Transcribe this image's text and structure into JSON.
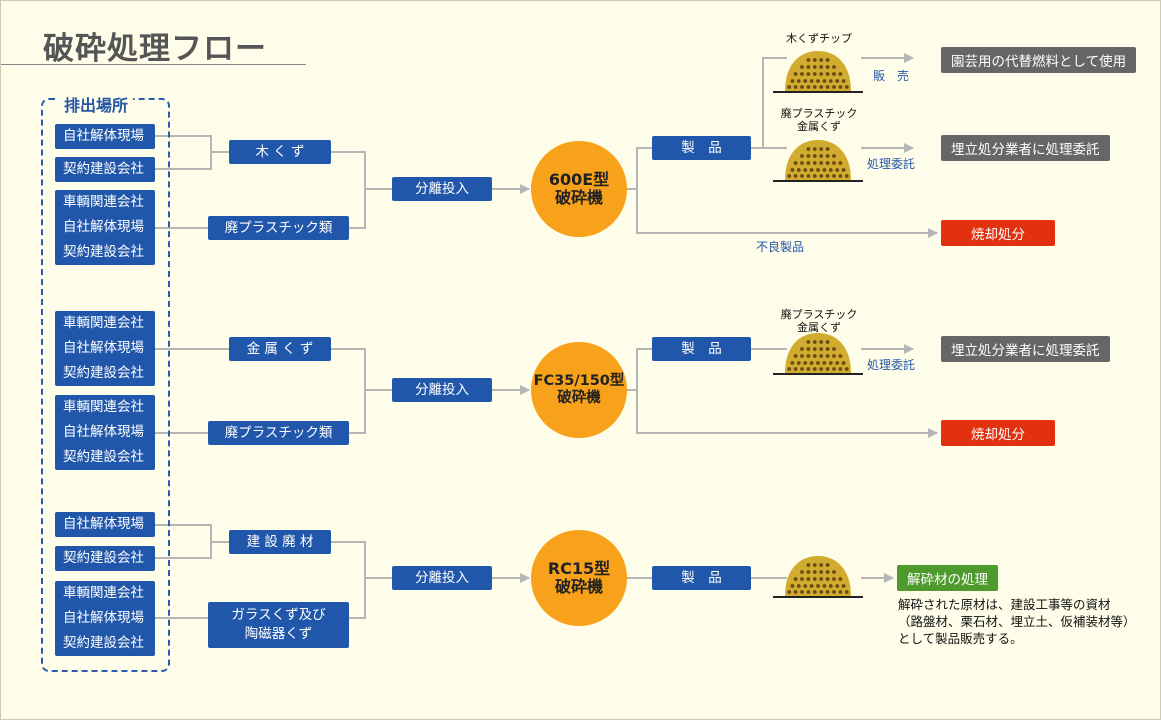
{
  "title": "破砕処理フロー",
  "sources_heading": "排出場所",
  "sites": {
    "s1": "自社解体現場",
    "s2": "契約建設会社",
    "s3": [
      "車輌関連会社",
      "自社解体現場",
      "契約建設会社"
    ],
    "s4": [
      "車輌関連会社",
      "自社解体現場",
      "契約建設会社"
    ],
    "s5": [
      "車輌関連会社",
      "自社解体現場",
      "契約建設会社"
    ],
    "s6": "自社解体現場",
    "s7": "契約建設会社",
    "s8": [
      "車輌関連会社",
      "自社解体現場",
      "契約建設会社"
    ]
  },
  "materials": {
    "wood": "木 く ず",
    "plastic1": "廃プラスチック類",
    "metal": "金 属 く ず",
    "plastic2": "廃プラスチック類",
    "construction": "建 設 廃 材",
    "glass_line1": "ガラスくず及び",
    "glass_line2": "陶磁器くず"
  },
  "separation_label": "分離投入",
  "machines": [
    {
      "line1": "600E型",
      "line2": "破砕機"
    },
    {
      "line1": "FC35/150型",
      "line2": "破砕機"
    },
    {
      "line1": "RC15型",
      "line2": "破砕機"
    }
  ],
  "product_label": "製　品",
  "product_labels": {
    "chip": "木くずチップ",
    "plastic_metal_1": [
      "廃プラスチック",
      "金属くず"
    ],
    "plastic_metal_2": [
      "廃プラスチック",
      "金属くず"
    ]
  },
  "edge_labels": {
    "sale": "販　売",
    "consign1": "処理委託",
    "defect": "不良製品",
    "consign2": "処理委託"
  },
  "outputs": {
    "fuel": "園芸用の代替燃料として使用",
    "landfill1": "埋立処分業者に処理委託",
    "incinerate1": "焼却処分",
    "landfill2": "埋立処分業者に処理委託",
    "incinerate2": "焼却処分",
    "crushed": "解砕材の処理"
  },
  "note": [
    "解砕された原材は、建設工事等の資材",
    "（路盤材、栗石材、埋立土、仮補装材等）",
    "として製品販売する。"
  ],
  "colors": {
    "blue": "#2157AA",
    "orange": "#F7A21A",
    "gray_output": "#666666",
    "red_output": "#E3300F",
    "green_output": "#4E9A2D",
    "pile": "#D2AC2E",
    "line": "#B5B5B5"
  }
}
